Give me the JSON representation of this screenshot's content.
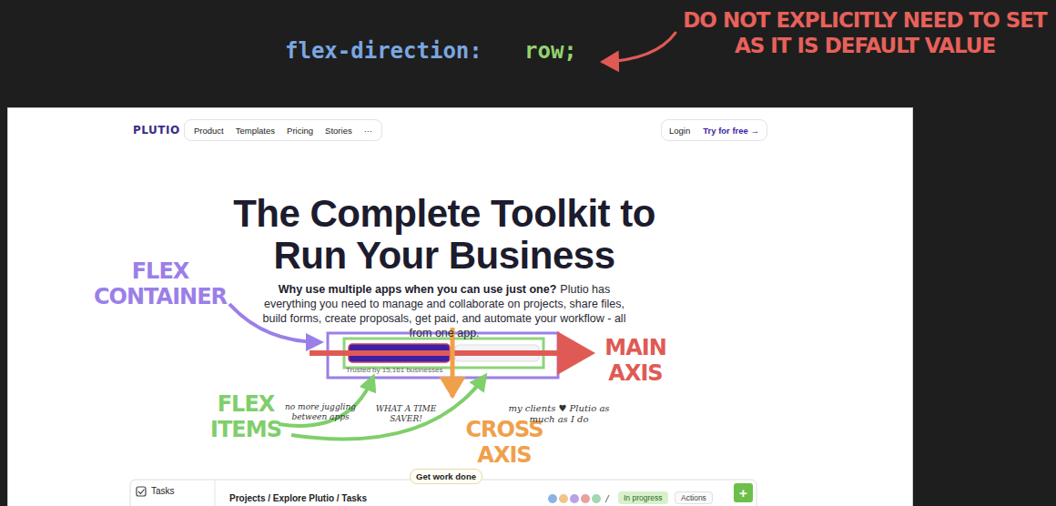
{
  "diagram": {
    "nodes": [
      {
        "text": [
          "Product",
          "Templates",
          "Pricing",
          "Stories",
          "···"
        ]
      },
      {
        "text": [
          "Login",
          "Try for free →"
        ]
      },
      {
        "text": [
          "Get work done"
        ]
      },
      {
        "text": [
          "In progress"
        ]
      },
      {
        "text": [
          "Actions"
        ]
      }
    ],
    "labels": [
      "flex-direction:",
      "row;",
      "DO NOT EXPLICITLY NEED TO SET AS IT IS DEFAULT VALUE",
      "PLUTIO",
      "The Complete Toolkit to Run Your Business",
      "Why use multiple apps when you can use just one?",
      "Plutio has everything you need to manage and collaborate on projects, share files, build forms, create proposals, get paid, and automate your workflow - all from one app.",
      "FLEX CONTAINER",
      "MAIN AXIS",
      "Trusted by 15,161 businesses",
      "FLEX ITEMS",
      "CROSS AXIS",
      "no more juggling between apps",
      "WHAT A TIME SAVER!",
      "my clients ♥ Plutio as much as I do",
      "Tasks",
      "Projects / Explore Plutio / Tasks",
      "+"
    ]
  }
}
